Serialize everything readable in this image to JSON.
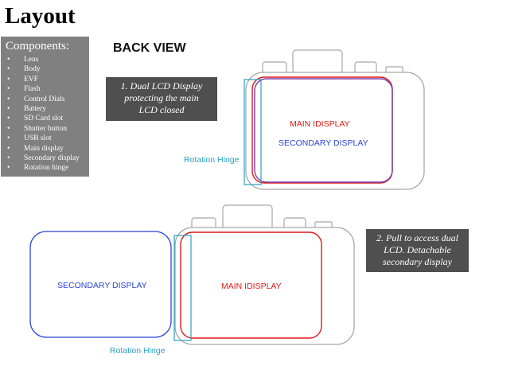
{
  "page": {
    "title": "Layout"
  },
  "components": {
    "heading": "Components:",
    "items": [
      "Lens",
      "Body",
      "EVF",
      "Flash",
      "Control Dials",
      "Battery",
      "SD Card slot",
      "Shutter button",
      "USB slot",
      "Main display",
      "Secondary display",
      "Rotation hinge"
    ]
  },
  "view_title": "BACK VIEW",
  "notes": {
    "closed": [
      "1. Dual LCD Display",
      "protecting the main",
      "LCD closed"
    ],
    "open": [
      "2. Pull to access dual",
      "LCD. Detachable",
      "secondary display"
    ]
  },
  "diagram_closed": {
    "main_label": "MAIN IDISPLAY",
    "secondary_label": "SECONDARY DISPLAY",
    "hinge_label": "Rotation Hinge"
  },
  "diagram_open": {
    "main_label": "MAIN IDISPLAY",
    "secondary_label": "SECONDARY DISPLAY",
    "hinge_label": "Rotation Hinge"
  },
  "colors": {
    "body_outline": "#a8a8a8",
    "main_display": "#e01818",
    "secondary_display": "#2a44d8",
    "closed_overlap": "#7a3fb0",
    "hinge": "#2a9fbf",
    "note_bg": "#4f4f4f",
    "panel_bg": "#808080"
  }
}
